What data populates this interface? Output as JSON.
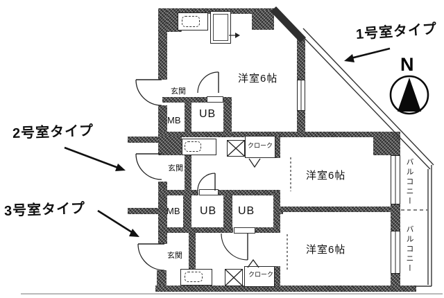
{
  "colors": {
    "wall": "#2f2f2f",
    "line": "#1e1e1e",
    "paper": "#ffffff",
    "rule": "#b9b9b9"
  },
  "annotations": {
    "unit1_type": "1号室タイプ",
    "unit2_type": "2号室タイプ",
    "unit3_type": "3号室タイプ"
  },
  "compass": {
    "north_label": "N"
  },
  "floorplan": {
    "room_label": "洋室6帖",
    "balcony_label": "バルコニー",
    "entrance_label": "玄関",
    "meter_box_label": "MB",
    "unit_bath_label": "UB",
    "closet_label": "クローク"
  }
}
